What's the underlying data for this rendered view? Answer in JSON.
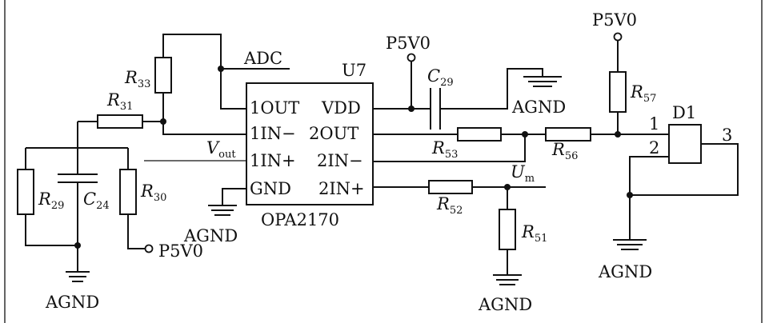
{
  "chip": {
    "ref": "U7",
    "part": "OPA2170",
    "pins_left": [
      "1OUT",
      "1IN−",
      "1IN+",
      "GND"
    ],
    "pins_right": [
      "VDD",
      "2OUT",
      "2IN−",
      "2IN+"
    ]
  },
  "nets": {
    "adc": "ADC",
    "vout": {
      "main": "V",
      "sub": "out"
    },
    "um": {
      "main": "U",
      "sub": "m"
    },
    "p5v0": "P5V0",
    "agnd": "AGND"
  },
  "resistors": {
    "r29": {
      "main": "R",
      "sub": "29"
    },
    "r30": {
      "main": "R",
      "sub": "30"
    },
    "r31": {
      "main": "R",
      "sub": "31"
    },
    "r33": {
      "main": "R",
      "sub": "33"
    },
    "r51": {
      "main": "R",
      "sub": "51"
    },
    "r52": {
      "main": "R",
      "sub": "52"
    },
    "r53": {
      "main": "R",
      "sub": "53"
    },
    "r56": {
      "main": "R",
      "sub": "56"
    },
    "r57": {
      "main": "R",
      "sub": "57"
    }
  },
  "capacitors": {
    "c24": {
      "main": "C",
      "sub": "24"
    },
    "c29": {
      "main": "C",
      "sub": "29"
    }
  },
  "diode": {
    "ref": "D1",
    "pin1": "1",
    "pin2": "2",
    "pin3": "3"
  }
}
